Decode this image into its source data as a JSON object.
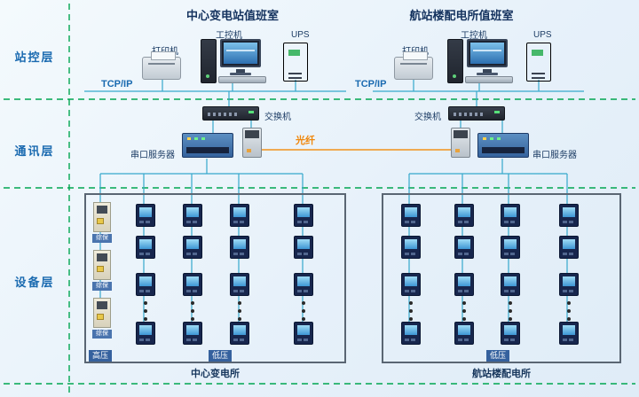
{
  "layer_labels": {
    "station": "站控层",
    "communication": "通讯层",
    "device": "设备层"
  },
  "rooms": {
    "left": {
      "title": "中心变电站值班室",
      "printer": "打印机",
      "workstation": "工控机",
      "ups": "UPS",
      "network": "TCP/IP",
      "switch": "交换机",
      "serial_server": "串口服务器"
    },
    "right": {
      "title": "航站楼配电所值班室",
      "printer": "打印机",
      "workstation": "工控机",
      "ups": "UPS",
      "network": "TCP/IP",
      "switch": "交换机",
      "serial_server": "串口服务器"
    }
  },
  "fiber_link": "光纤",
  "panels": {
    "left": {
      "caption": "中心变电所",
      "high_voltage": "高压",
      "low_voltage": "低压",
      "relay": "综保"
    },
    "right": {
      "caption": "航站楼配电所",
      "low_voltage": "低压"
    }
  },
  "colors": {
    "wire": "#35a8cc",
    "fiber": "#f0a03a",
    "separator": "#00a651",
    "accent_blue": "#1a6ab0"
  }
}
